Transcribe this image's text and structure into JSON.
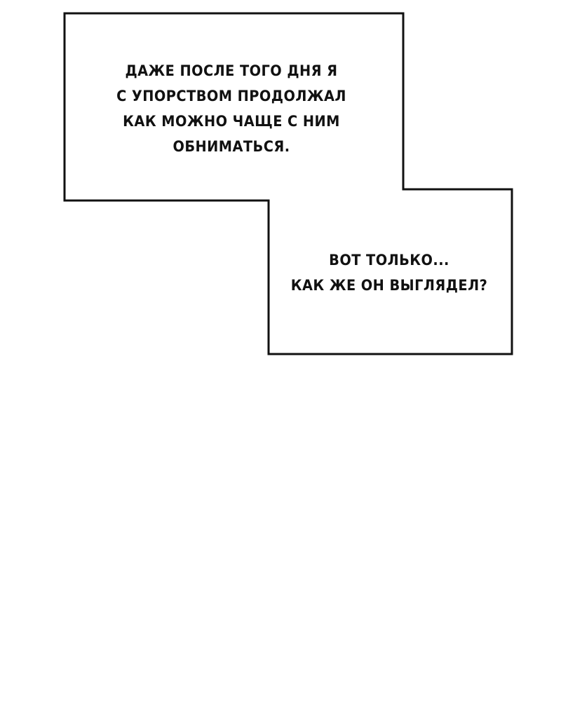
{
  "captions": [
    {
      "lines": [
        "ДАЖЕ ПОСЛЕ ТОГО ДНЯ Я",
        "С УПОРСТВОМ ПРОДОЛЖАЛ",
        "КАК МОЖНО ЧАЩЕ С НИМ",
        "ОБНИМАТЬСЯ."
      ]
    },
    {
      "lines": [
        "ВОТ ТОЛЬКО...",
        "КАК ЖЕ ОН ВЫГЛЯДЕЛ?"
      ]
    }
  ],
  "colors": {
    "background": "#ffffff",
    "border": "#111111",
    "text": "#111111"
  }
}
